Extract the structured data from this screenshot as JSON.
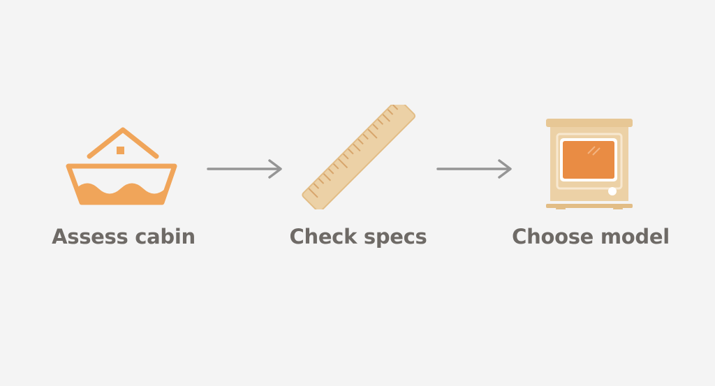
{
  "diagram": {
    "steps": [
      {
        "label": "Assess cabin",
        "icon": "boat-cabin-icon"
      },
      {
        "label": "Check specs",
        "icon": "ruler-icon"
      },
      {
        "label": "Choose model",
        "icon": "cabinet-icon"
      }
    ],
    "connectors": [
      "arrow-right-icon",
      "arrow-right-icon"
    ],
    "colors": {
      "background": "#f4f4f4",
      "accent_orange": "#f0a55a",
      "wood_light": "#ecd1a6",
      "wood_mid": "#e2bd86",
      "screen_orange": "#e98c44",
      "arrow_gray": "#959595",
      "label_gray": "#6e6a66"
    }
  }
}
